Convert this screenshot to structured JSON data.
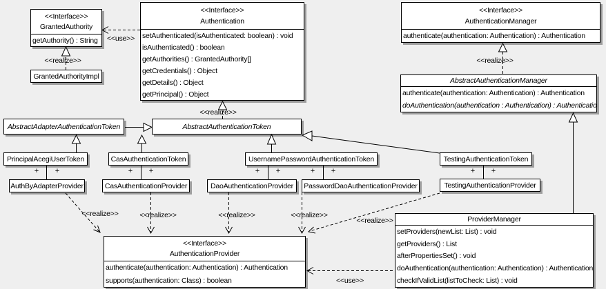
{
  "diagram": {
    "classes": {
      "granted_authority": {
        "stereotype": "<<Interface>>",
        "name": "GrantedAuthority",
        "members": [
          "getAuthority() : String"
        ]
      },
      "granted_authority_impl": {
        "name": "GrantedAuthorityImpl"
      },
      "authentication": {
        "stereotype": "<<Interface>>",
        "name": "Authentication",
        "members": [
          "setAuthenticated(isAuthenticated: boolean) : void",
          "isAuthenticated() : boolean",
          "getAuthorities() : GrantedAuthority[]",
          "getCredentials() : Object",
          "getDetails() : Object",
          "getPrincipal() : Object"
        ]
      },
      "authentication_manager": {
        "stereotype": "<<Interface>>",
        "name": "AuthenticationManager",
        "members": [
          "authenticate(authentication: Authentication) : Authentication"
        ]
      },
      "abstract_authentication_manager": {
        "name": "AbstractAuthenticationManager",
        "members": [
          "authenticate(authentication: Authentication) : Authentication",
          "doAuthentication(authentication : Authentication) : Authentication"
        ]
      },
      "abstract_adapter_authentication_token": {
        "name": "AbstractAdapterAuthenticationToken"
      },
      "abstract_authentication_token": {
        "name": "AbstractAuthenticationToken"
      },
      "principal_acegi_user_token": {
        "name": "PrincipalAcegiUserToken"
      },
      "cas_authentication_token": {
        "name": "CasAuthenticationToken"
      },
      "username_password_authentication_token": {
        "name": "UsernamePasswordAuthenticationToken"
      },
      "testing_authentication_token": {
        "name": "TestingAuthenticationToken"
      },
      "auth_by_adapter_provider": {
        "name": "AuthByAdapterProvider"
      },
      "cas_authentication_provider": {
        "name": "CasAuthenticationProvider"
      },
      "dao_authentication_provider": {
        "name": "DaoAuthenticationProvider"
      },
      "password_dao_authentication_provider": {
        "name": "PasswordDaoAuthenticationProvider"
      },
      "testing_authentication_provider": {
        "name": "TestingAuthenticationProvider"
      },
      "authentication_provider": {
        "stereotype": "<<Interface>>",
        "name": "AuthenticationProvider",
        "members": [
          "authenticate(authentication: Authentication) : Authentication",
          "supports(authentication: Class) : boolean"
        ]
      },
      "provider_manager": {
        "name": "ProviderManager",
        "members": [
          "setProviders(newList: List) : void",
          "getProviders() : List",
          "afterPropertiesSet() : void",
          "doAuthentication(authentication: Authentication) : Authentication",
          "checkIfValidList(listToCheck: List) : void"
        ]
      }
    },
    "labels": {
      "use": "<<use>>",
      "realize": "<<realize>>",
      "plus": "+"
    },
    "colors": {
      "background": "#efefef",
      "box_fill": "#ffffff",
      "line": "#000000",
      "shadow": "#9e9e9e"
    }
  }
}
